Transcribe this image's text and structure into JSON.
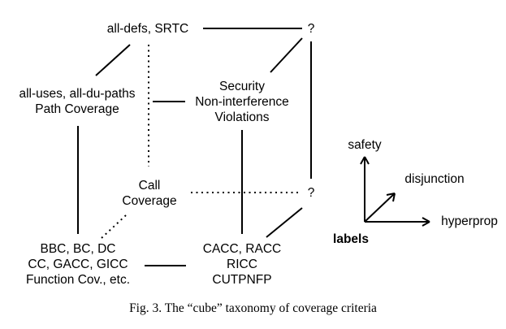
{
  "nodes": {
    "all_defs": "all-defs, SRTC",
    "top_q": "?",
    "all_uses": [
      "all-uses, all-du-paths",
      "Path Coverage"
    ],
    "security": [
      "Security",
      "Non-interference",
      "Violations"
    ],
    "call": [
      "Call",
      "Coverage"
    ],
    "mid_q": "?",
    "bbc": [
      "BBC, BC, DC",
      "CC, GACC, GICC",
      "Function Cov., etc."
    ],
    "cacc": [
      "CACC, RACC",
      "RICC",
      "CUTPNFP"
    ]
  },
  "axes": {
    "title": "labels",
    "up": "safety",
    "diag": "disjunction",
    "right": "hyperprop"
  },
  "caption": "Fig. 3.   The “cube” taxonomy of coverage criteria"
}
